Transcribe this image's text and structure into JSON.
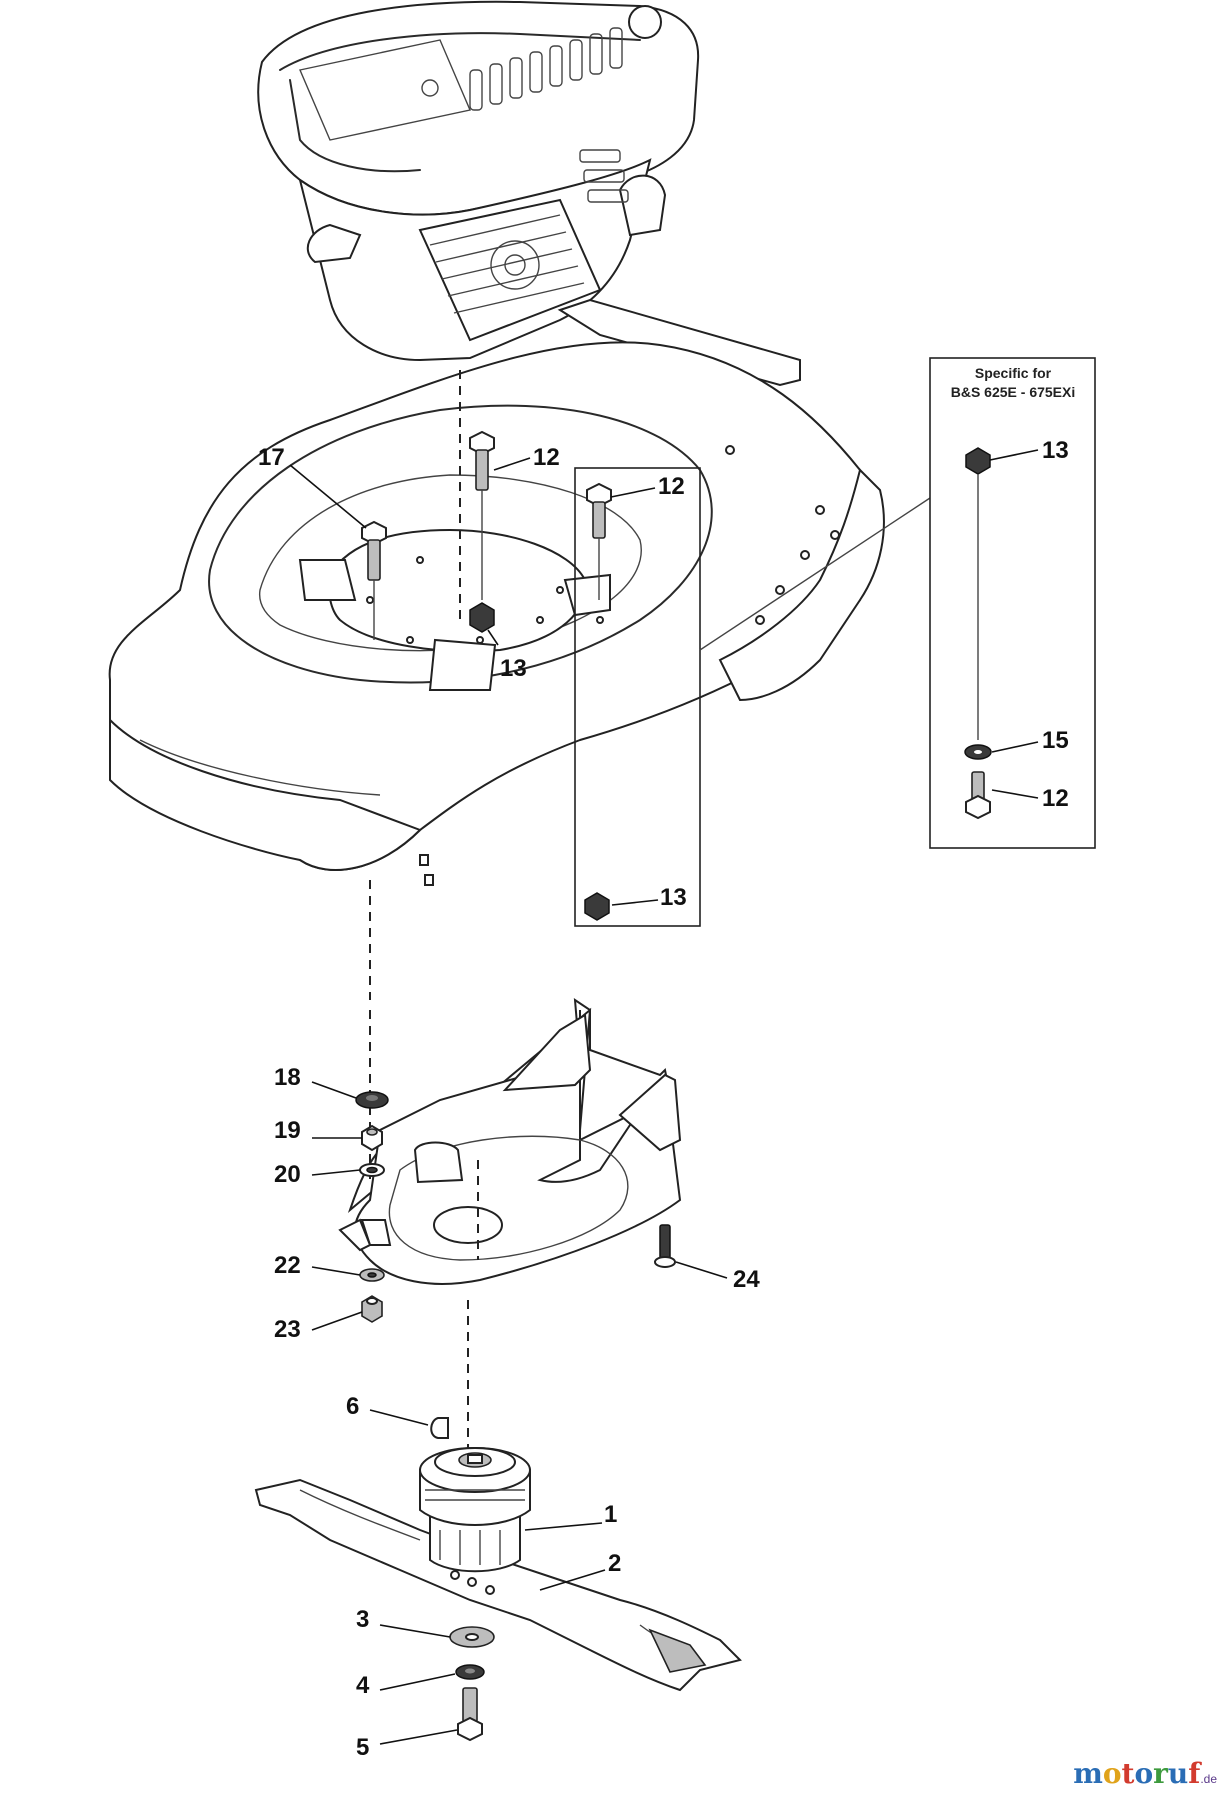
{
  "inset_box": {
    "line1": "Specific for",
    "line2": "B&S 625E - 675EXi"
  },
  "callouts": [
    {
      "id": "c17a",
      "label": "17"
    },
    {
      "id": "c12a",
      "label": "12"
    },
    {
      "id": "c12b",
      "label": "12"
    },
    {
      "id": "c13a",
      "label": "13"
    },
    {
      "id": "c13b",
      "label": "13"
    },
    {
      "id": "c13c",
      "label": "13"
    },
    {
      "id": "c15",
      "label": "15"
    },
    {
      "id": "c12c",
      "label": "12"
    },
    {
      "id": "c18",
      "label": "18"
    },
    {
      "id": "c19",
      "label": "19"
    },
    {
      "id": "c20",
      "label": "20"
    },
    {
      "id": "c22",
      "label": "22"
    },
    {
      "id": "c23",
      "label": "23"
    },
    {
      "id": "c24",
      "label": "24"
    },
    {
      "id": "c6",
      "label": "6"
    },
    {
      "id": "c1",
      "label": "1"
    },
    {
      "id": "c2",
      "label": "2"
    },
    {
      "id": "c3",
      "label": "3"
    },
    {
      "id": "c4",
      "label": "4"
    },
    {
      "id": "c5",
      "label": "5"
    }
  ],
  "watermark": {
    "letters": [
      "m",
      "o",
      "t",
      "o",
      "r",
      "u",
      "f"
    ],
    "colors": [
      "#2a6db5",
      "#e0a31b",
      "#d23b2e",
      "#2a6db5",
      "#3d9a3d",
      "#2a6db5",
      "#d23b2e"
    ],
    "suffix": ".de"
  }
}
